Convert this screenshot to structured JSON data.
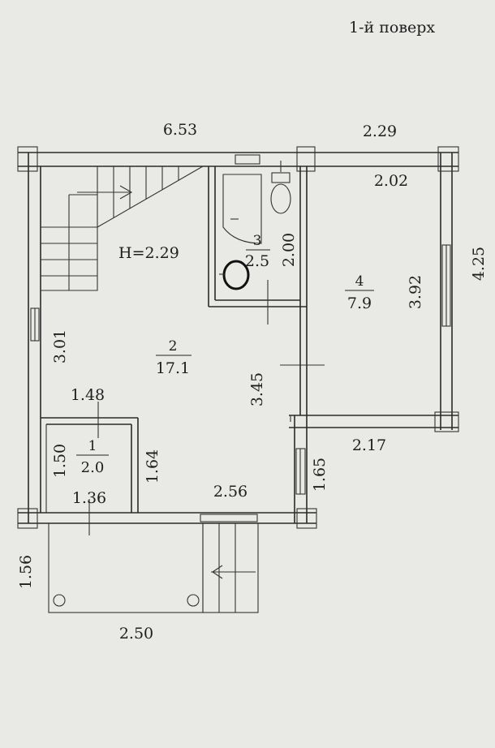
{
  "floor_label": "1-й поверх",
  "ceiling_height": "H=2.29",
  "rooms": [
    {
      "id": "r1",
      "number": "1",
      "area": "2.0"
    },
    {
      "id": "r2",
      "number": "2",
      "area": "17.1"
    },
    {
      "id": "r3",
      "number": "3",
      "area": "2.5"
    },
    {
      "id": "r4",
      "number": "4",
      "area": "7.9"
    }
  ],
  "dimensions": {
    "top_left": "6.53",
    "top_right": "2.29",
    "r4_top": "2.02",
    "r4_right_outer": "4.25",
    "r4_inner": "3.92",
    "r4_bottom": "2.17",
    "bath_height": "2.00",
    "left_wall": "3.01",
    "hall_inner": "3.45",
    "r1_top": "1.48",
    "r1_left": "1.50",
    "r1_right": "1.64",
    "r1_bottom": "1.36",
    "bottom_mid": "2.56",
    "right_lower": "1.65",
    "porch_left": "1.56",
    "porch_bottom": "2.50"
  }
}
